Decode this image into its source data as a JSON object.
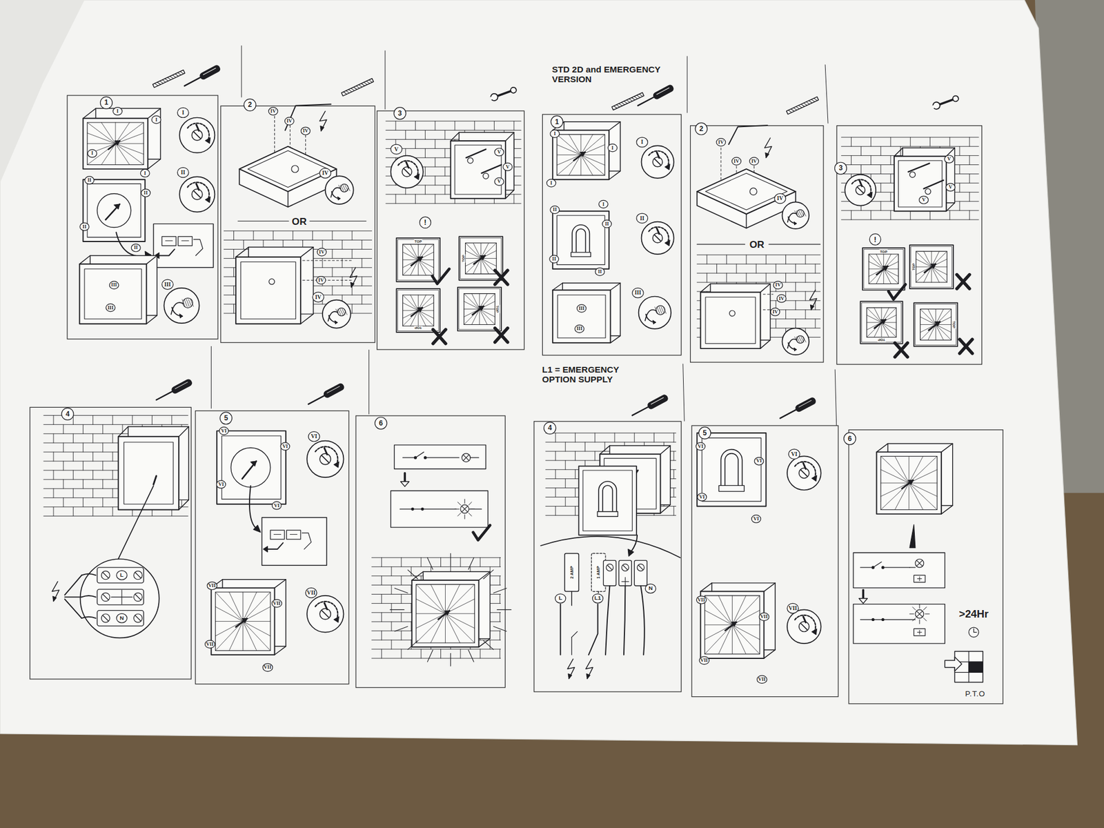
{
  "diagram": {
    "nodes": [
      {
        "text": [
          "1"
        ]
      },
      {
        "text": [
          "2"
        ]
      },
      {
        "text": [
          "3"
        ]
      },
      {
        "text": [
          "1"
        ]
      },
      {
        "text": [
          "2"
        ]
      },
      {
        "text": [
          "3"
        ]
      },
      {
        "text": [
          "4"
        ]
      },
      {
        "text": [
          "5"
        ]
      },
      {
        "text": [
          "6"
        ]
      },
      {
        "text": [
          "4"
        ]
      },
      {
        "text": [
          "5"
        ]
      },
      {
        "text": [
          "6"
        ]
      }
    ],
    "edges": [],
    "labels": [
      "STD 2D and EMERGENCY VERSION",
      "L1 = EMERGENCY OPTION SUPPLY",
      "I",
      "I",
      "I",
      "I",
      "I",
      "II",
      "II",
      "II",
      "II",
      "II",
      "III",
      "III",
      "III",
      "IV",
      "IV",
      "IV",
      "IV",
      "OR",
      "IV",
      "IV",
      "IV",
      "V",
      "V",
      "V",
      "V",
      "!",
      "TOP",
      "TOP",
      "TOP",
      "TOP",
      "I",
      "I",
      "I",
      "I",
      "I",
      "II",
      "II",
      "II",
      "II",
      "II",
      "III",
      "III",
      "III",
      "IV",
      "IV",
      "IV",
      "IV",
      "OR",
      "IV",
      "IV",
      "IV",
      "V",
      "V",
      "V",
      "!",
      "TOP",
      "TOP",
      "TOP",
      "TOP",
      "L",
      "N",
      "VI",
      "VI",
      "VI",
      "VI",
      "VI",
      "VII",
      "VII",
      "VII",
      "VII",
      "VII",
      "2 AMP",
      "1 AMP",
      "L",
      "L1",
      "N",
      "VI",
      "VI",
      "VI",
      "VI",
      "VI",
      "VII",
      "VII",
      "VII",
      "VII",
      "VII",
      ">24Hr",
      "P.T.O"
    ]
  }
}
